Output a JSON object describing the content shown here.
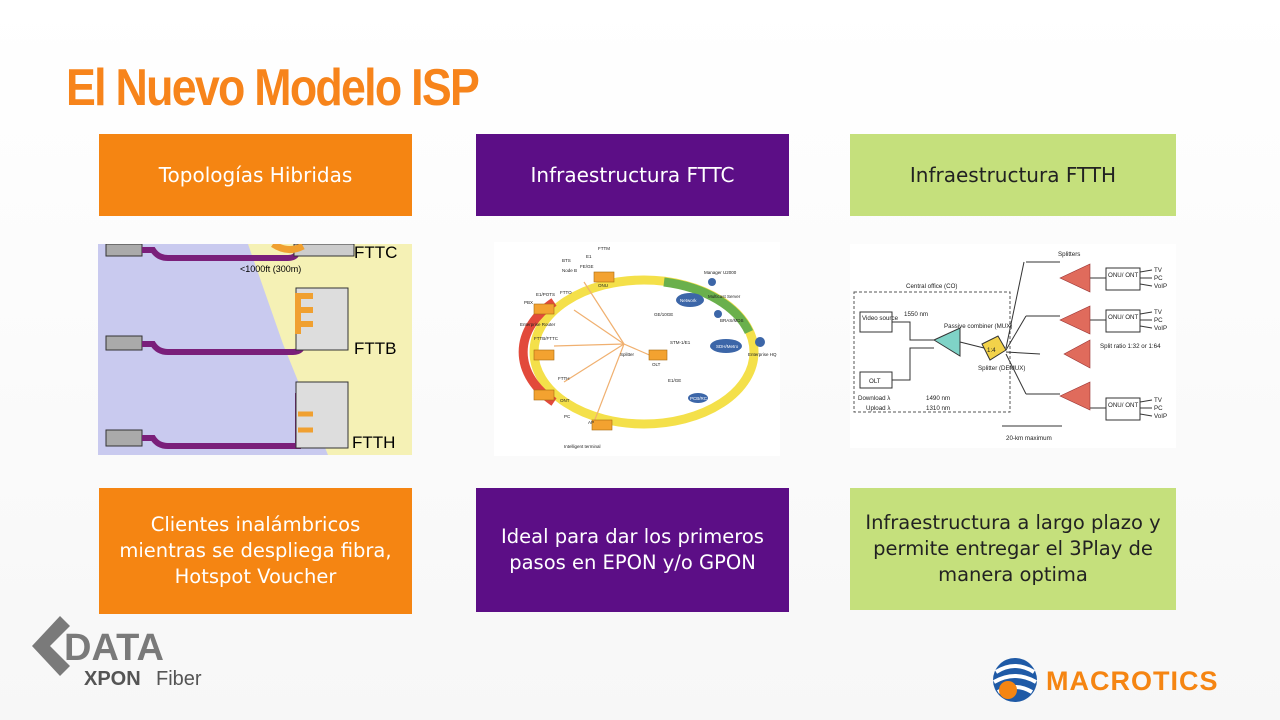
{
  "slide": {
    "title": "El Nuevo Modelo ISP",
    "columns": [
      {
        "header": "Topologías Hibridas",
        "footer": "Clientes inalámbricos mientras se despliega fibra, Hotspot Voucher"
      },
      {
        "header": "Infraestructura FTTC",
        "footer": "Ideal para dar los primeros pasos en EPON y/o GPON"
      },
      {
        "header": "Infraestructura FTTH",
        "footer": "Infraestructura a largo plazo y permite entregar el 3Play de manera optima"
      }
    ]
  },
  "diagram1": {
    "labels": [
      "FTTC",
      "FTTB",
      "FTTH"
    ],
    "distance": "<1000ft (300m)"
  },
  "diagram2": {
    "labels": [
      "FTTM",
      "BTS",
      "E1",
      "FE/GE",
      "Node B",
      "ONU",
      "E1/POTS",
      "PBX",
      "FTTO",
      "Enterprise Router",
      "FTTB/FTTC",
      "Splitter",
      "OLT",
      "GE/10GE",
      "Network",
      "Manager U2000",
      "Multicast Server",
      "BRAS/MDS",
      "STM-1/E1",
      "SDH/Metro",
      "Enterprise HQ",
      "E1/GE",
      "PCB/RC",
      "FTTH",
      "ONT",
      "PC",
      "AP",
      "Intelligent terminal"
    ]
  },
  "diagram3": {
    "central_office": "Central office (CO)",
    "video_source": "Video source",
    "wavelength_video": "1550 nm",
    "passive_combiner": "Passive combiner (MUX)",
    "olt": "OLT",
    "download": "Download λ",
    "download_nm": "1490 nm",
    "upload": "Upload λ",
    "upload_nm": "1310 nm",
    "splitter_ratio": "1:4",
    "splitter_label": "Splitter (DEMUX)",
    "splitters_top": "Splitters",
    "split_ratio": "Split ratio 1:32 or 1:64",
    "distance": "20-km maximum",
    "onu": "ONU/ ONT",
    "services": [
      "TV",
      "PC",
      "VoIP"
    ]
  },
  "branding": {
    "left_logo_main": "DATA",
    "left_logo_sub_bold": "XPON",
    "left_logo_sub": "Fiber",
    "right_logo": "MACROTICS"
  },
  "colors": {
    "orange": "#f58512",
    "purple": "#5c0e86",
    "green": "#c5e07c",
    "title": "#f7841b"
  }
}
